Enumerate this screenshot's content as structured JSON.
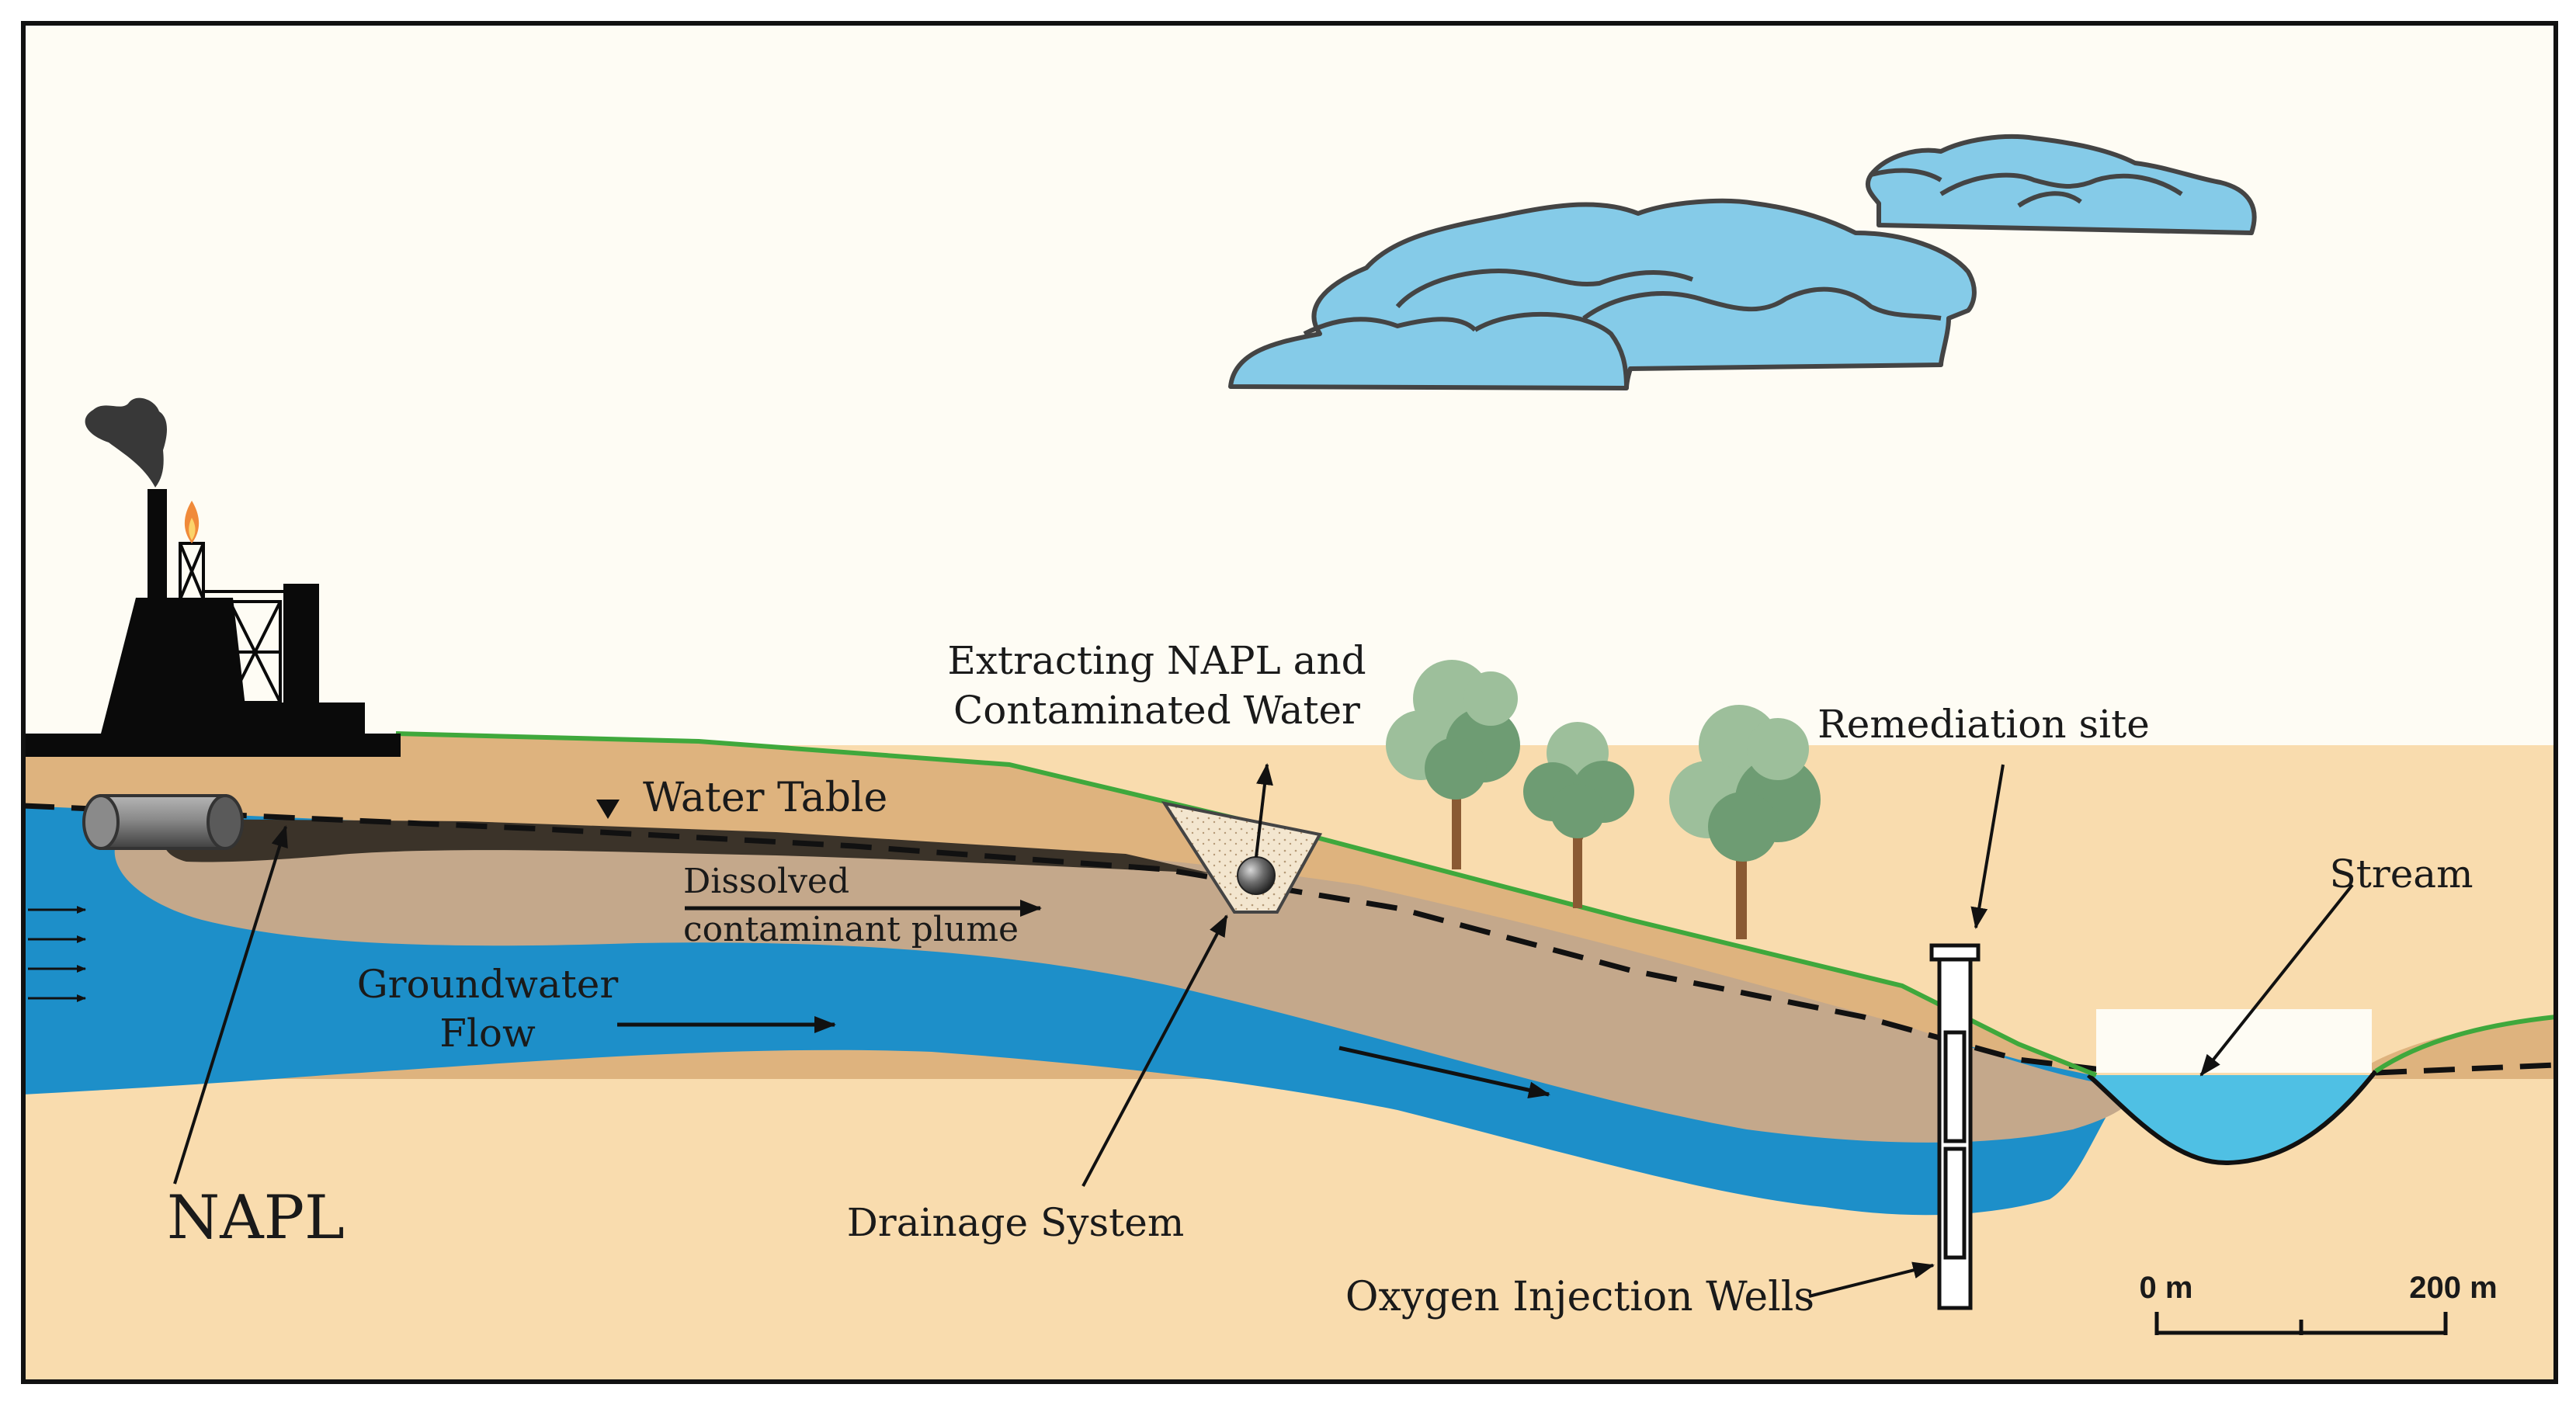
{
  "labels": {
    "water_table": "Water Table",
    "dissolved_line1": "Dissolved",
    "dissolved_line2": "contaminant plume",
    "groundwater_line1": "Groundwater",
    "groundwater_line2": "Flow",
    "napl": "NAPL",
    "extracting_line1": "Extracting NAPL and",
    "extracting_line2": "Contaminated Water",
    "remediation_site": "Remediation site",
    "stream": "Stream",
    "drainage_system": "Drainage System",
    "oxygen_wells": "Oxygen Injection Wells"
  },
  "scale_bar": {
    "start_label": "0 m",
    "end_label": "200 m"
  },
  "colors": {
    "sky": "#fefcf4",
    "topsoil": "#deb37e",
    "deep_soil": "#f9dcae",
    "groundwater": "#1d8fc9",
    "plume": "#c4a88b",
    "napl": "#3b3329",
    "cloud": "#85cbe8",
    "grass": "#3fa83c",
    "stream_water": "#4fc0e4",
    "tree_light": "#9dbf9b",
    "tree_dark": "#6e9c73",
    "trunk": "#8a5a33",
    "factory": "#0a0a0a",
    "smoke": "#383838",
    "flame": "#f08a3a"
  },
  "icons": [
    "factory-icon",
    "smoke-icon",
    "flame-icon",
    "pipe-icon",
    "cloud-icon",
    "tree-icon",
    "well-icon",
    "trench-icon"
  ]
}
